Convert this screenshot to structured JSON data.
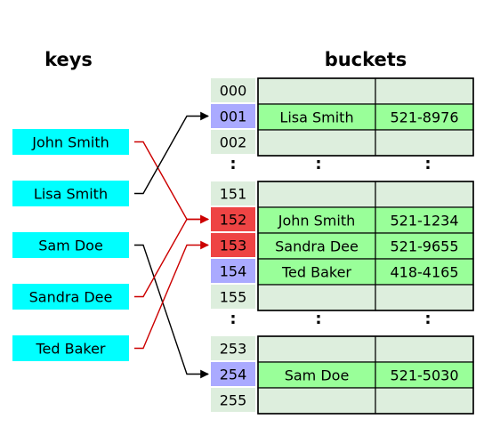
{
  "headings": {
    "keys": "keys",
    "buckets": "buckets"
  },
  "colors": {
    "key_fill": "#00ffff",
    "slot_plain": "#ddeedd",
    "slot_single": "#aaaaff",
    "slot_collision": "#ee4444",
    "bucket_empty": "#ddeedd",
    "bucket_filled": "#99ff99",
    "arrow_direct": "#000000",
    "arrow_collision": "#cc0000"
  },
  "keys": [
    {
      "label": "John Smith"
    },
    {
      "label": "Lisa Smith"
    },
    {
      "label": "Sam Doe"
    },
    {
      "label": "Sandra Dee"
    },
    {
      "label": "Ted Baker"
    }
  ],
  "buckets": [
    {
      "rows": [
        {
          "index": "000",
          "state": "plain",
          "name": "",
          "phone": ""
        },
        {
          "index": "001",
          "state": "single",
          "name": "Lisa Smith",
          "phone": "521-8976"
        },
        {
          "index": "002",
          "state": "plain",
          "name": "",
          "phone": ""
        }
      ]
    },
    {
      "rows": [
        {
          "index": "151",
          "state": "plain",
          "name": "",
          "phone": ""
        },
        {
          "index": "152",
          "state": "collision",
          "name": "John Smith",
          "phone": "521-1234"
        },
        {
          "index": "153",
          "state": "collision",
          "name": "Sandra Dee",
          "phone": "521-9655"
        },
        {
          "index": "154",
          "state": "single",
          "name": "Ted Baker",
          "phone": "418-4165"
        },
        {
          "index": "155",
          "state": "plain",
          "name": "",
          "phone": ""
        }
      ]
    },
    {
      "rows": [
        {
          "index": "253",
          "state": "plain",
          "name": "",
          "phone": ""
        },
        {
          "index": "254",
          "state": "single",
          "name": "Sam Doe",
          "phone": "521-5030"
        },
        {
          "index": "255",
          "state": "plain",
          "name": "",
          "phone": ""
        }
      ]
    }
  ],
  "ellipsis": ":",
  "mappings": [
    {
      "key": "John Smith",
      "slot": "152",
      "type": "collision"
    },
    {
      "key": "Lisa Smith",
      "slot": "001",
      "type": "direct"
    },
    {
      "key": "Sam Doe",
      "slot": "254",
      "type": "direct"
    },
    {
      "key": "Sandra Dee",
      "slot": "152",
      "type": "collision"
    },
    {
      "key": "Ted Baker",
      "slot": "153",
      "type": "collision"
    }
  ]
}
